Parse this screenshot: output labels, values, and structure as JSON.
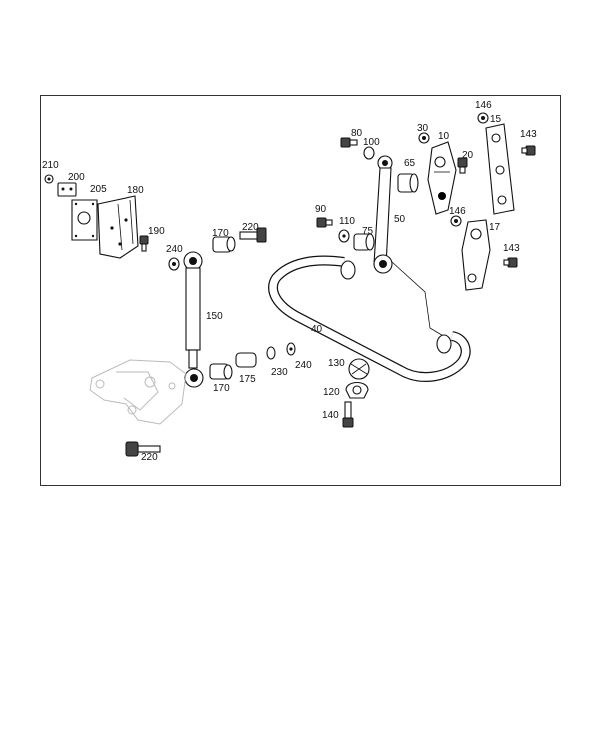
{
  "diagram": {
    "labels": [
      "210",
      "200",
      "205",
      "180",
      "190",
      "240",
      "170",
      "220",
      "150",
      "90",
      "110",
      "75",
      "80",
      "100",
      "30",
      "10",
      "65",
      "50",
      "20",
      "146",
      "15",
      "143",
      "146",
      "17",
      "143",
      "40",
      "130",
      "120",
      "140",
      "240",
      "230",
      "175",
      "170",
      "220"
    ]
  }
}
